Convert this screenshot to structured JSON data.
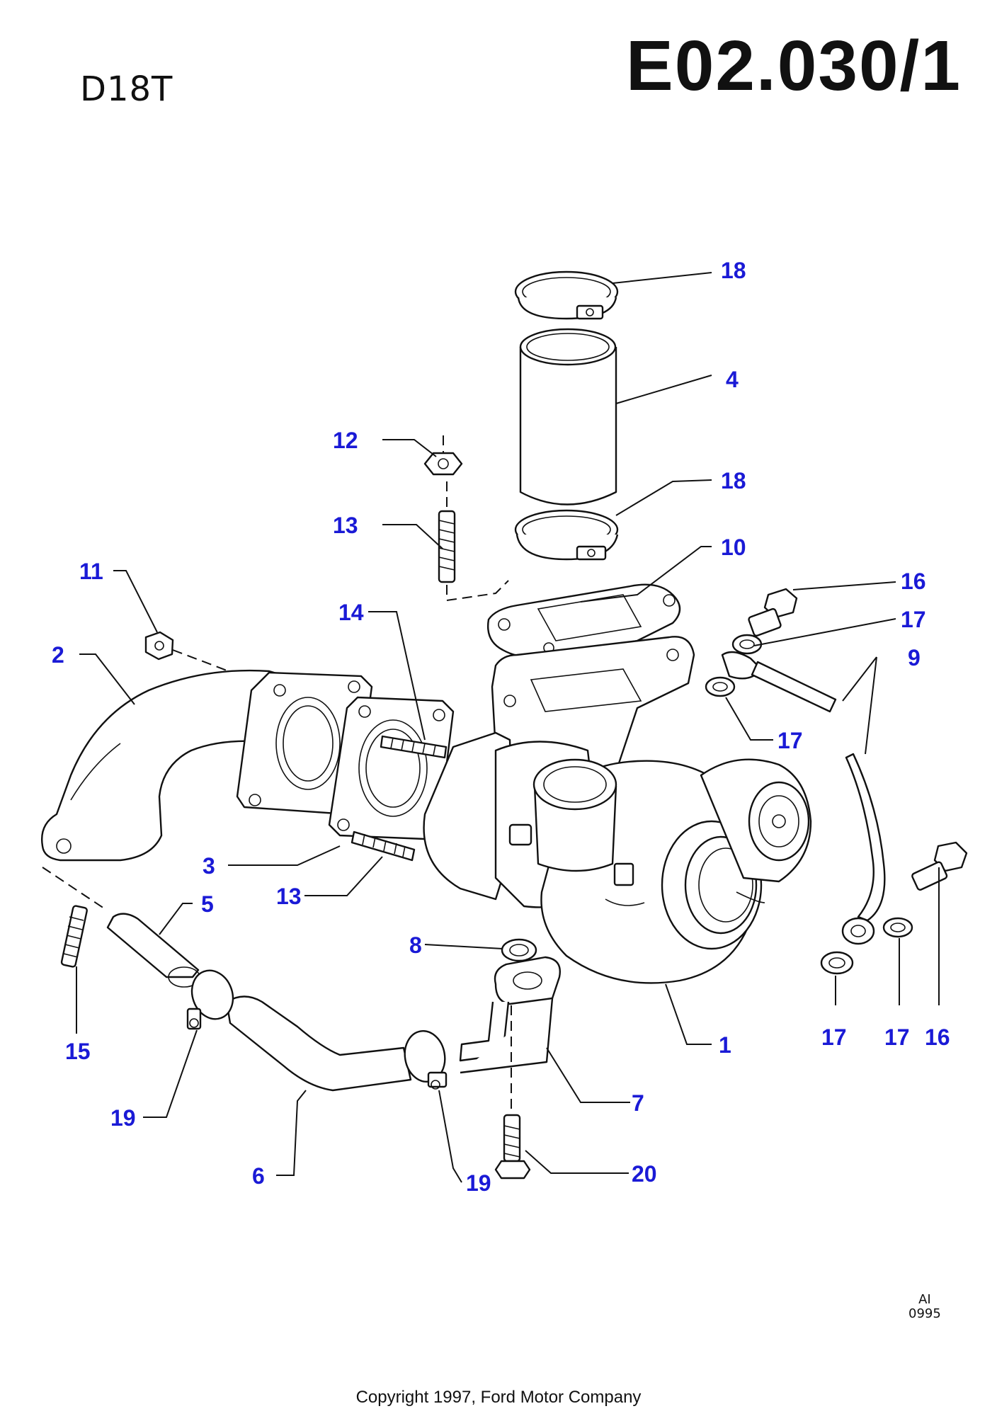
{
  "header": {
    "engine_code": "D18T",
    "page_code": "E02.030/1"
  },
  "footer": {
    "reference_lines": [
      "AI",
      "0995"
    ],
    "copyright": "Copyright 1997, Ford Motor Company"
  },
  "callouts": [
    {
      "id": "c18a",
      "label": "18"
    },
    {
      "id": "c4",
      "label": "4"
    },
    {
      "id": "c12",
      "label": "12"
    },
    {
      "id": "c18b",
      "label": "18"
    },
    {
      "id": "c13a",
      "label": "13"
    },
    {
      "id": "c10",
      "label": "10"
    },
    {
      "id": "c11",
      "label": "11"
    },
    {
      "id": "c16a",
      "label": "16"
    },
    {
      "id": "c14",
      "label": "14"
    },
    {
      "id": "c17a",
      "label": "17"
    },
    {
      "id": "c2",
      "label": "2"
    },
    {
      "id": "c9",
      "label": "9"
    },
    {
      "id": "c17b",
      "label": "17"
    },
    {
      "id": "c3",
      "label": "3"
    },
    {
      "id": "c5",
      "label": "5"
    },
    {
      "id": "c13b",
      "label": "13"
    },
    {
      "id": "c8",
      "label": "8"
    },
    {
      "id": "c1",
      "label": "1"
    },
    {
      "id": "c15",
      "label": "15"
    },
    {
      "id": "c17c",
      "label": "17"
    },
    {
      "id": "c17d",
      "label": "17"
    },
    {
      "id": "c16b",
      "label": "16"
    },
    {
      "id": "c7",
      "label": "7"
    },
    {
      "id": "c19a",
      "label": "19"
    },
    {
      "id": "c6",
      "label": "6"
    },
    {
      "id": "c19b",
      "label": "19"
    },
    {
      "id": "c20",
      "label": "20"
    }
  ]
}
